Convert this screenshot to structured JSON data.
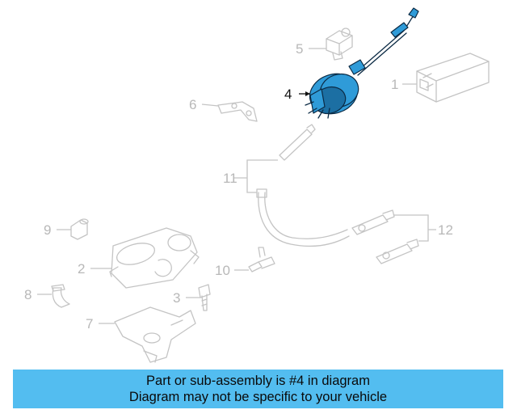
{
  "diagram": {
    "callouts": [
      {
        "id": "1",
        "label": "1"
      },
      {
        "id": "2",
        "label": "2"
      },
      {
        "id": "3",
        "label": "3"
      },
      {
        "id": "4",
        "label": "4"
      },
      {
        "id": "5",
        "label": "5"
      },
      {
        "id": "6",
        "label": "6"
      },
      {
        "id": "7",
        "label": "7"
      },
      {
        "id": "8",
        "label": "8"
      },
      {
        "id": "9",
        "label": "9"
      },
      {
        "id": "10",
        "label": "10"
      },
      {
        "id": "11",
        "label": "11"
      },
      {
        "id": "12",
        "label": "12"
      }
    ],
    "highlighted_part": "4",
    "highlight_color": "#2f9bd8",
    "muted_color": "#c4c4c4"
  },
  "banner": {
    "line1": "Part or sub-assembly is #4 in diagram",
    "line2": "Diagram may not be specific to your vehicle",
    "background": "#53bdf0"
  }
}
